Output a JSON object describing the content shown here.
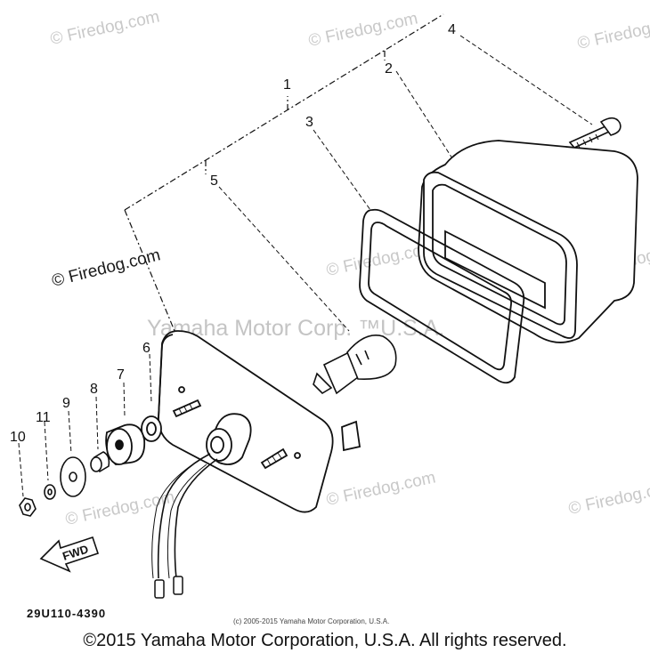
{
  "diagram": {
    "callouts": [
      "1",
      "2",
      "3",
      "4",
      "5",
      "6",
      "7",
      "8",
      "9",
      "10",
      "11"
    ],
    "watermarks": [
      "© Firedog.com",
      "© Firedog.com",
      "© Firedog.com",
      "© Firedog.com",
      "© Firedog.com",
      "© Firedog.com",
      "© Firedog.com",
      "© Firedog.com",
      "© Firedog.com"
    ],
    "manufacturer_watermark": "Yamaha Motor Corp. ™U.S.A.",
    "direction_label": "FWD",
    "part_code": "29U110-4390",
    "small_copyright": "(c) 2005-2015 Yamaha Motor Corporation, U.S.A."
  },
  "footer": {
    "copyright": "©2015 Yamaha Motor Corporation, U.S.A. All rights reserved."
  }
}
